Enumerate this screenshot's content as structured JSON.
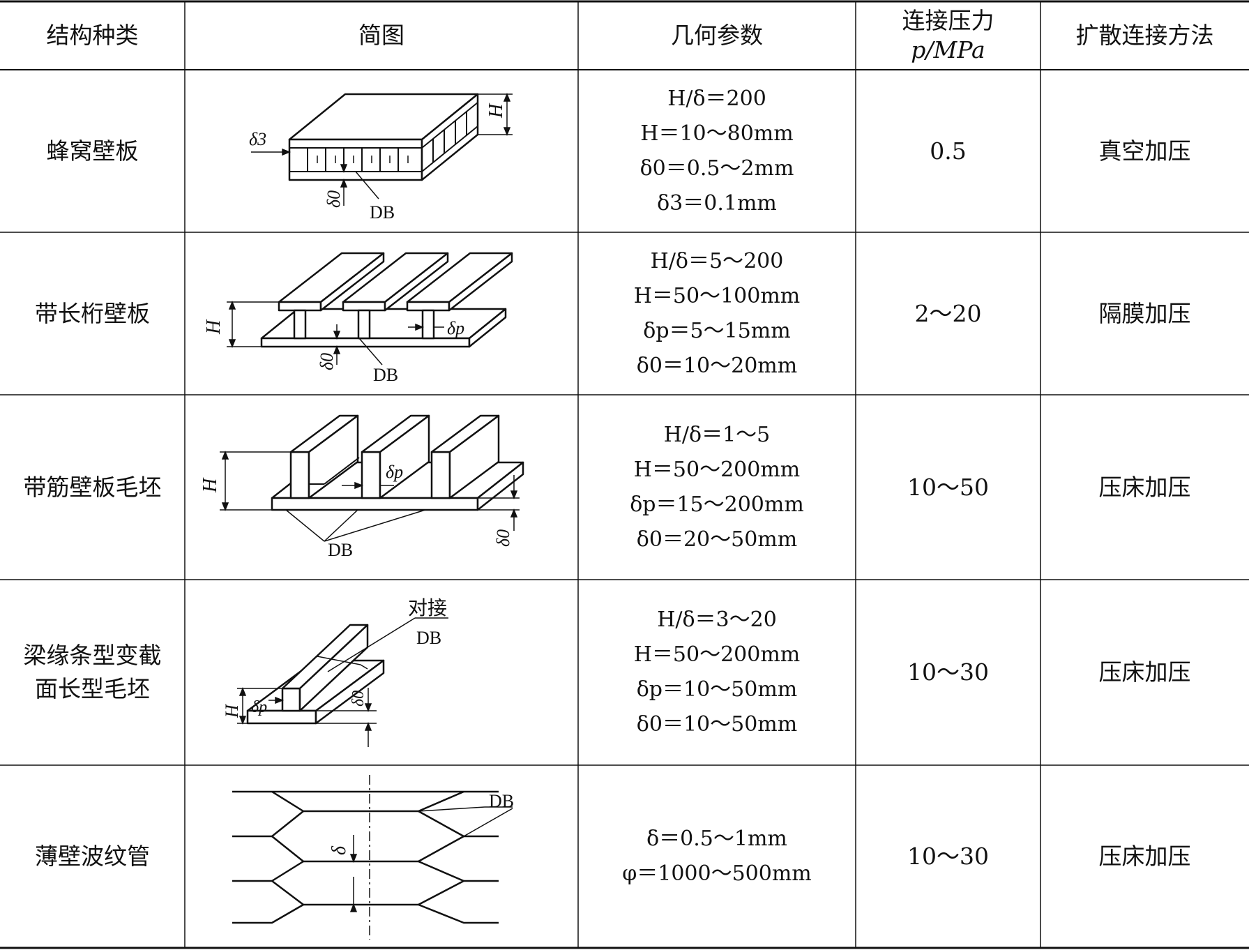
{
  "table": {
    "headers": {
      "structure": "结构种类",
      "sketch": "简图",
      "geometry": "几何参数",
      "pressure_line1": "连接压力",
      "pressure_line2": "p/MPa",
      "method": "扩散连接方法"
    },
    "rows": [
      {
        "structure": "蜂窝壁板",
        "params": [
          "H/δ＝200",
          "H＝10～80mm",
          "δ0＝0.5～2mm",
          "δ3＝0.1mm"
        ],
        "pressure": "0.5",
        "method": "真空加压",
        "sketch_labels": {
          "db": "DB",
          "h": "H",
          "d3": "δ3",
          "d0": "δ0"
        }
      },
      {
        "structure": "带长桁壁板",
        "params": [
          "H/δ＝5～200",
          "H＝50～100mm",
          "δp＝5～15mm",
          "δ0＝10～20mm"
        ],
        "pressure": "2～20",
        "method": "隔膜加压",
        "sketch_labels": {
          "db": "DB",
          "h": "H",
          "dp": "δp",
          "d0": "δ0"
        }
      },
      {
        "structure": "带筋壁板毛坯",
        "params": [
          "H/δ＝1～5",
          "H＝50～200mm",
          "δp＝15～200mm",
          "δ0＝20～50mm"
        ],
        "pressure": "10～50",
        "method": "压床加压",
        "sketch_labels": {
          "db": "DB",
          "h": "H",
          "dp": "δp",
          "d0": "δ0"
        }
      },
      {
        "structure_lines": [
          "梁缘条型变截",
          "面长型毛坯"
        ],
        "params": [
          "H/δ＝3～20",
          "H＝50～200mm",
          "δp＝10～50mm",
          "δ0＝10～50mm"
        ],
        "pressure": "10～30",
        "method": "压床加压",
        "sketch_labels": {
          "db": "DB",
          "butt": "对接",
          "h": "H",
          "dp": "δp",
          "d0": "δ0"
        }
      },
      {
        "structure": "薄壁波纹管",
        "params": [
          "δ＝0.5～1mm",
          "φ＝1000～500mm"
        ],
        "pressure": "10～30",
        "method": "压床加压",
        "sketch_labels": {
          "db": "DB",
          "d": "δ"
        }
      }
    ]
  }
}
